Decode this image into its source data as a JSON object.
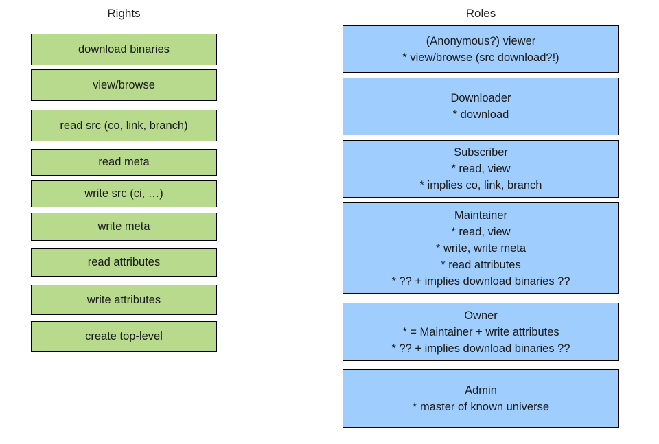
{
  "columns": {
    "rights": {
      "title": "Rights",
      "box_color": "#b7da8c",
      "border_color": "#000000",
      "items": [
        {
          "label": "download binaries"
        },
        {
          "label": "view/browse"
        },
        {
          "label": "read src (co, link, branch)"
        },
        {
          "label": "read meta"
        },
        {
          "label": "write src  (ci, …)"
        },
        {
          "label": "write meta"
        },
        {
          "label": "read attributes"
        },
        {
          "label": "write attributes"
        },
        {
          "label": "create top-level"
        }
      ]
    },
    "roles": {
      "title": "Roles",
      "box_color": "#9fcdfd",
      "border_color": "#000000",
      "items": [
        {
          "name": "(Anonymous?) viewer",
          "details": [
            "* view/browse (src download?!)"
          ]
        },
        {
          "name": "Downloader",
          "details": [
            "* download"
          ]
        },
        {
          "name": "Subscriber",
          "details": [
            "* read, view",
            "* implies co, link, branch"
          ]
        },
        {
          "name": "Maintainer",
          "details": [
            "* read, view",
            "* write, write meta",
            "* read attributes",
            "* ?? + implies download binaries ??"
          ]
        },
        {
          "name": "Owner",
          "details": [
            "* = Maintainer + write attributes",
            "* ?? + implies download binaries ??"
          ]
        },
        {
          "name": "Admin",
          "details": [
            "* master of known universe"
          ]
        }
      ]
    }
  }
}
